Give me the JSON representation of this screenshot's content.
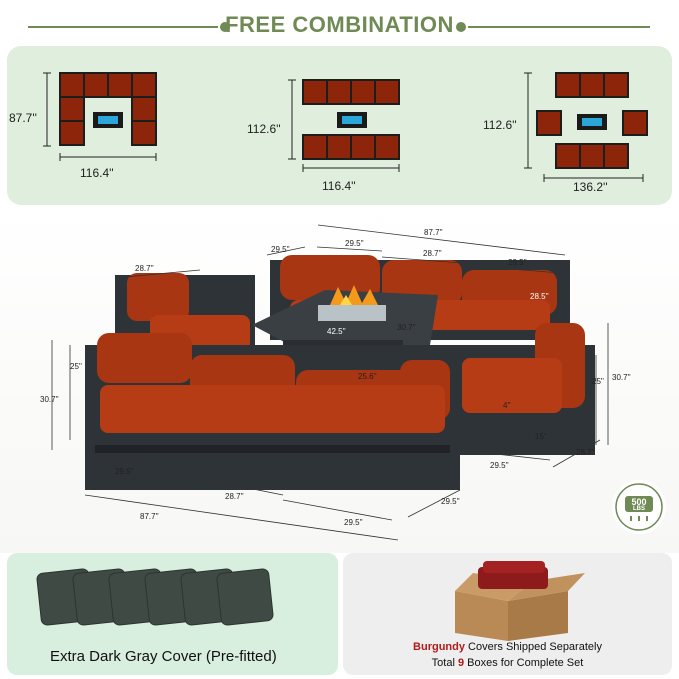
{
  "title": "FREE COMBINATION",
  "colors": {
    "accent": "#6f8a55",
    "cushion": "#9a2a0c",
    "frame": "#2e3338",
    "burgundy": "#b01b1b"
  },
  "layouts": [
    {
      "width": "116.4''",
      "depth": "87.7''"
    },
    {
      "width": "116.4''",
      "depth": "112.6''"
    },
    {
      "width": "136.2''",
      "depth": "112.6''"
    }
  ],
  "dimensions": {
    "top_total": "87.7''",
    "top_a": "29.5''",
    "top_b": "29.5''",
    "top_c": "28.7''",
    "top_d": "29.5''",
    "left_chair_width": "28.7''",
    "corner_depth": "28.5''",
    "table_width": "42.5''",
    "table_depth": "30.7''",
    "table_height": "25.6''",
    "left_height_total": "30.7''",
    "left_height_seat": "25''",
    "right_height_seat": "25''",
    "right_height_total": "30.7''",
    "cushion_thickness": "4''",
    "seat_height": "15''",
    "right_chair_width": "29.5''",
    "right_chair_depth": "28.7''",
    "bottom_a": "29.5''",
    "bottom_b": "28.7''",
    "bottom_c": "29.5''",
    "bottom_total": "87.7''",
    "front_depth": "29.5''"
  },
  "badge": {
    "value": "500",
    "unit": "LBS"
  },
  "cover_label": "Extra Dark Gray Cover (Pre-fitted)",
  "shipping": {
    "color_word": "Burgundy",
    "line1_rest": " Covers Shipped Separately",
    "line2_prefix": "Total ",
    "line2_count": "9",
    "line2_suffix": " Boxes for Complete Set"
  }
}
